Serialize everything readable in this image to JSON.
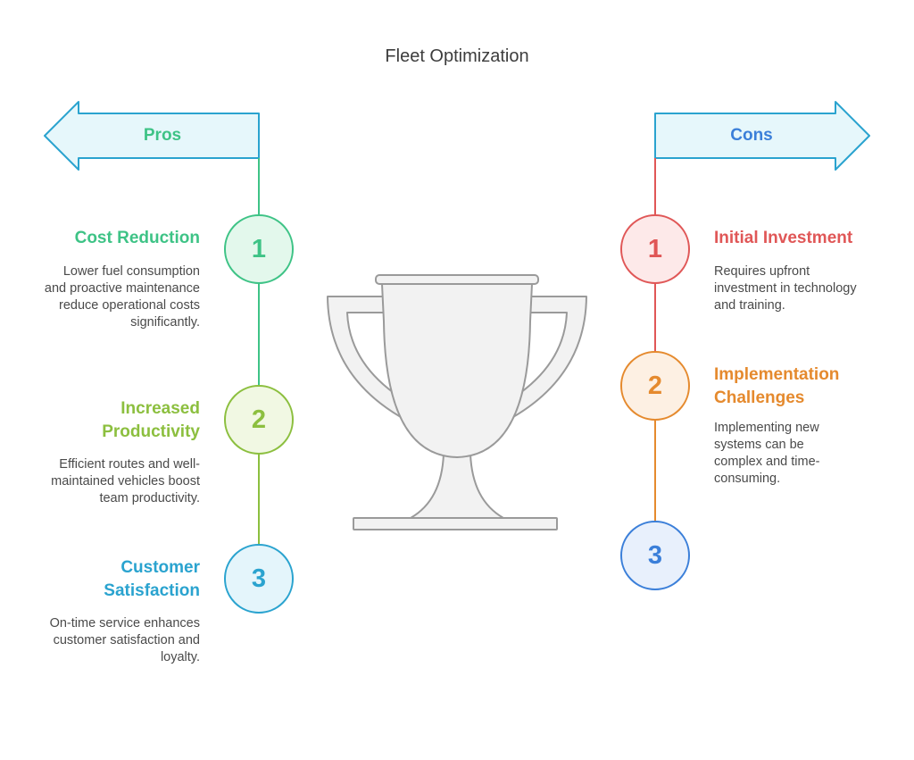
{
  "title": "Fleet Optimization",
  "colors": {
    "pros_header": "#3ec386",
    "cons_header": "#3b7fd9",
    "arrow_fill": "#e6f7fb",
    "arrow_stroke": "#2aa3cf",
    "trophy_fill": "#f2f2f2",
    "trophy_stroke": "#9a9a9a"
  },
  "pros": {
    "label": "Pros",
    "items": [
      {
        "number": "1",
        "heading": "Cost Reduction",
        "description": "Lower fuel consumption and proactive maintenance reduce operational costs significantly.",
        "color": "#3ec386",
        "fill": "#e3f8ec"
      },
      {
        "number": "2",
        "heading": "Increased Productivity",
        "description": "Efficient routes and well-maintained vehicles boost team productivity.",
        "color": "#8cbf3f",
        "fill": "#f1f8e3"
      },
      {
        "number": "3",
        "heading": "Customer Satisfaction",
        "description": "On-time service enhances customer satisfaction and loyalty.",
        "color": "#2aa3cf",
        "fill": "#e4f5fb"
      }
    ]
  },
  "cons": {
    "label": "Cons",
    "items": [
      {
        "number": "1",
        "heading": "Initial Investment",
        "description": "Requires upfront investment in technology and training.",
        "color": "#e05757",
        "fill": "#fde9e9"
      },
      {
        "number": "2",
        "heading": "Implementation Challenges",
        "description": "Implementing new systems can be complex and time-consuming.",
        "color": "#e58a2e",
        "fill": "#fdf0e3"
      },
      {
        "number": "3",
        "heading": "",
        "description": "",
        "color": "#3b7fd9",
        "fill": "#e8f0fc"
      }
    ]
  }
}
